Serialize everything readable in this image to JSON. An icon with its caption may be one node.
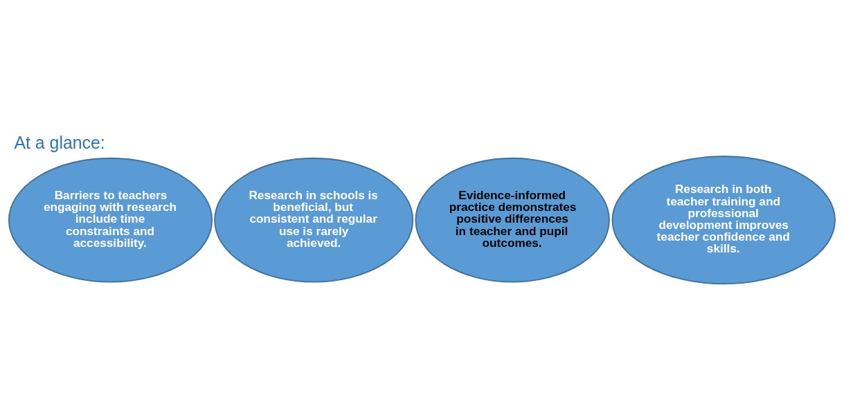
{
  "diagram": {
    "title": "At a glance:",
    "nodes": [
      {
        "text": [
          "Research in schools is beneficial, but consistent and regular use is rarely achieved."
        ]
      },
      {
        "text": [
          "Barriers to teachers engaging with research include time constraints and accessibility."
        ]
      },
      {
        "text": [
          "Research in both teacher training and professional development improves teacher confidence and skills."
        ]
      },
      {
        "text": [
          "Evidence-informed practice demonstrates positive differences in teacher and pupil outcomes."
        ]
      }
    ],
    "edges": []
  }
}
